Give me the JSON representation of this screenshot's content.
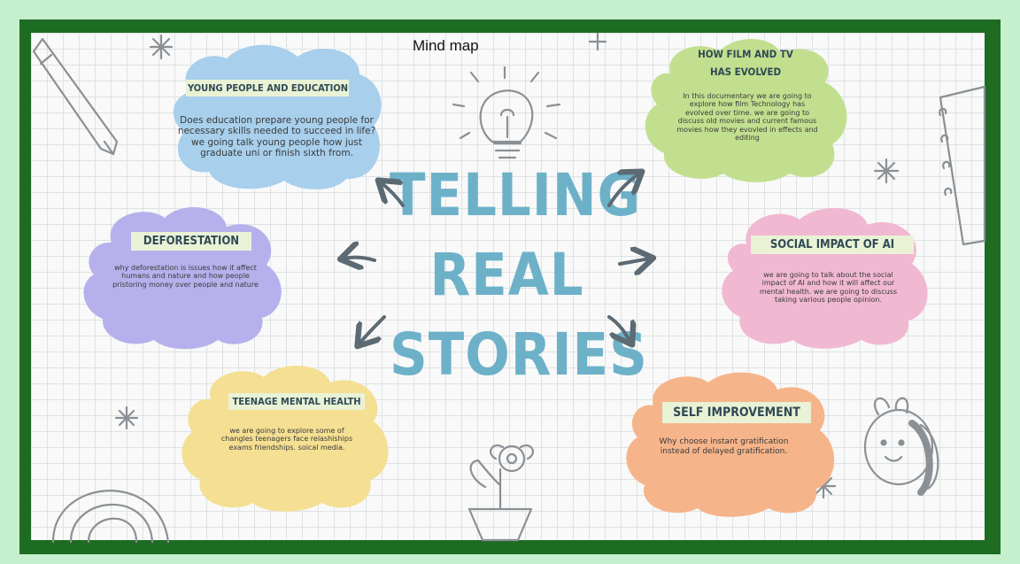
{
  "header": {
    "label": "Mind map"
  },
  "title": {
    "line1": "TELLING",
    "line2": "REAL",
    "line3": "STORIES"
  },
  "colors": {
    "blue": "#a8cfec",
    "green": "#c2df8f",
    "purple": "#b6b1ec",
    "pink": "#f1b8d2",
    "yellow": "#f4df92",
    "orange": "#f5b489",
    "title": "#6db1c9",
    "frame": "#1e6b22",
    "outer": "#c6efcd"
  },
  "topics": {
    "young_people": {
      "heading": "YOUNG PEOPLE AND EDUCATION",
      "desc": "Does education prepare young people for necessary skills needed to succeed in life? we going talk young people how just graduate uni or finish sixth from."
    },
    "film_tv": {
      "heading_line1": "HOW FILM AND TV",
      "heading_line2": "HAS EVOLVED",
      "desc": "In this documentary we are going to explore how film Technology has evolved over time. we are going to discuss old movies and current famous movies how they evovled in effects and editing"
    },
    "deforestation": {
      "heading": "DEFORESTATION",
      "desc": "why deforestation is issues how it affect humans and nature and how people pristoring money over people and nature"
    },
    "social_ai": {
      "heading": "SOCIAL IMPACT OF AI",
      "desc": "we are going to talk about the social impact of AI and how it will affect our mental health. we are going to discuss taking various people opinion."
    },
    "teen_mental": {
      "heading": "TEENAGE MENTAL HEALTH",
      "desc": "we are going to explore some of changles teenagers face relashiships exams friendships. soical media."
    },
    "self_improvement": {
      "heading": "SELF IMPROVEMENT",
      "desc": "Why choose instant gratification instead of delayed gratification."
    }
  }
}
